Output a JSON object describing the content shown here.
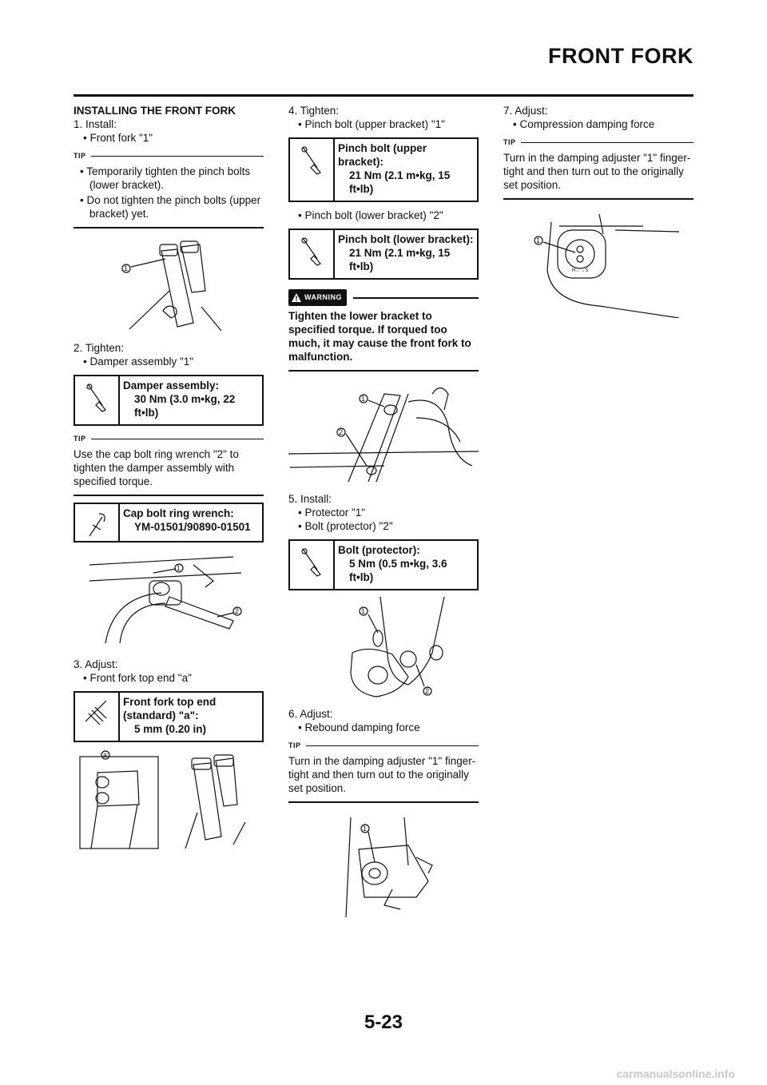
{
  "header": {
    "title": "FRONT FORK"
  },
  "col1": {
    "heading": "INSTALLING THE FRONT FORK",
    "step1": "1.  Install:",
    "step1_b1": "Front fork \"1\"",
    "tip1_label": "TIP",
    "tip1_b1": "Temporarily tighten the pinch bolts (lower bracket).",
    "tip1_b2": "Do not tighten the pinch bolts (upper bracket) yet.",
    "step2": "2.  Tighten:",
    "step2_b1": "Damper assembly \"1\"",
    "spec_damper_name": "Damper assembly:",
    "spec_damper_value": "30 Nm (3.0 m•kg, 22 ft•lb)",
    "tip2_label": "TIP",
    "tip2_text": "Use the cap bolt ring wrench \"2\" to tighten the damper assembly with specified torque.",
    "spec_wrench_name": "Cap bolt ring wrench:",
    "spec_wrench_value": "YM-01501/90890-01501",
    "step3": "3.  Adjust:",
    "step3_b1": "Front fork top end \"a\"",
    "spec_topend_name": "Front fork top end (standard) \"a\":",
    "spec_topend_value": "5 mm (0.20 in)"
  },
  "col2": {
    "step4": "4.  Tighten:",
    "step4_b1": "Pinch bolt (upper bracket) \"1\"",
    "spec_upper_name": "Pinch bolt (upper bracket):",
    "spec_upper_value": "21 Nm (2.1 m•kg, 15 ft•lb)",
    "step4_b2": "Pinch bolt (lower bracket) \"2\"",
    "spec_lower_name": "Pinch bolt (lower bracket):",
    "spec_lower_value": "21 Nm (2.1 m•kg, 15 ft•lb)",
    "warning_label": "WARNING",
    "warning_text": "Tighten the lower bracket to specified torque. If torqued too much, it may cause the front fork to malfunction.",
    "step5": "5.  Install:",
    "step5_b1": "Protector \"1\"",
    "step5_b2": "Bolt (protector) \"2\"",
    "spec_protector_name": "Bolt (protector):",
    "spec_protector_value": "5 Nm (0.5 m•kg, 3.6 ft•lb)",
    "step6": "6.  Adjust:",
    "step6_b1": "Rebound damping force",
    "tip_label": "TIP",
    "tip_text": "Turn in the damping adjuster \"1\" finger-tight and then turn out to the originally set position."
  },
  "col3": {
    "step7": "7.  Adjust:",
    "step7_b1": "Compression damping force",
    "tip_label": "TIP",
    "tip_text": "Turn in the damping adjuster \"1\" finger-tight and then turn out to the originally set position.",
    "fig_label_hs": "H←→S"
  },
  "figure_labels": {
    "one": "1",
    "two": "2",
    "a": "a"
  },
  "footer": {
    "page_number": "5-23",
    "watermark": "carmanualsonline.info"
  }
}
